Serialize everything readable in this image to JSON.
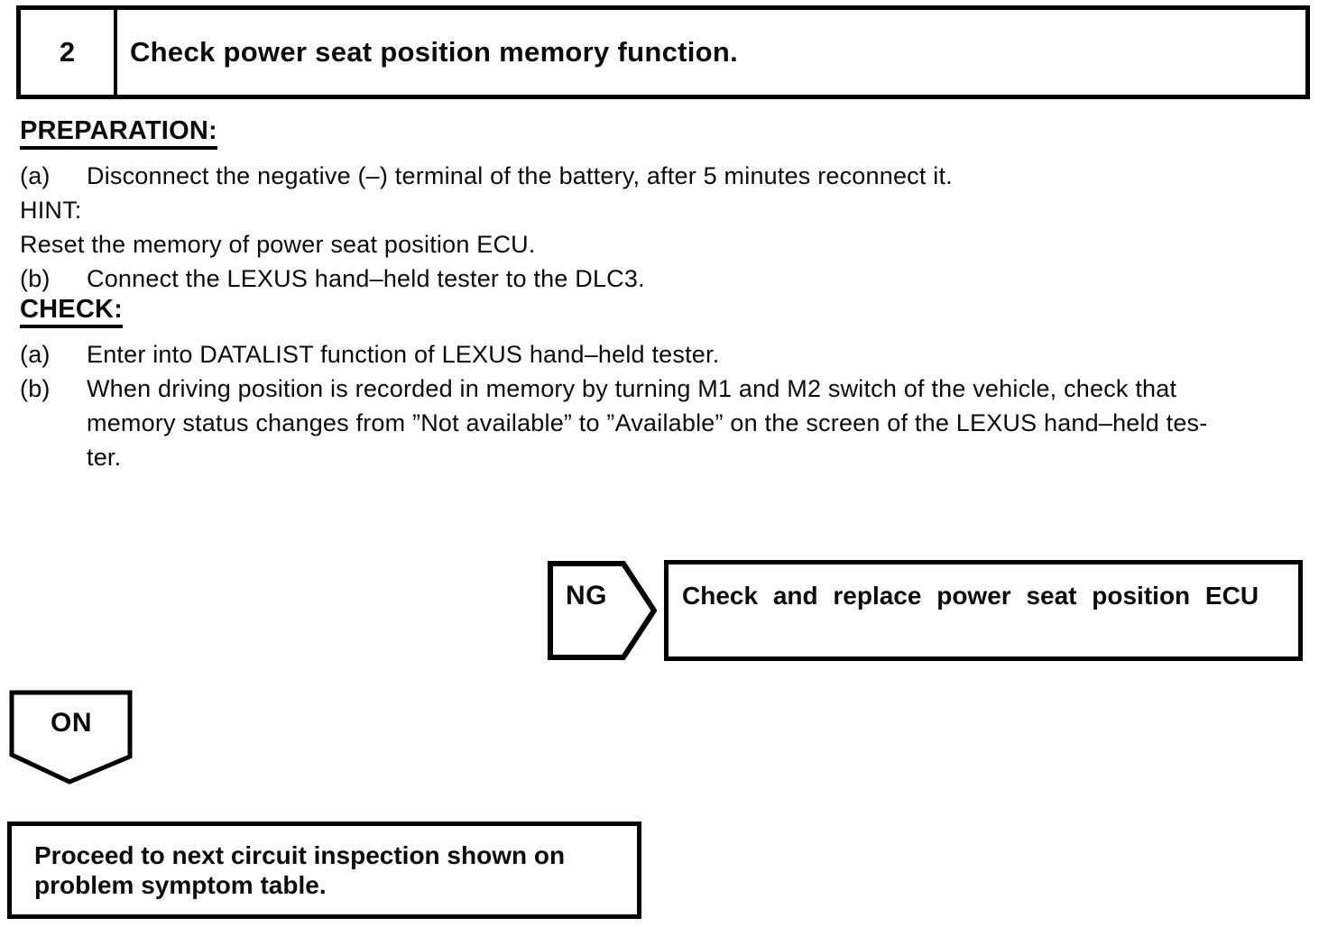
{
  "header": {
    "step_number": "2",
    "title": "Check power seat position memory function."
  },
  "preparation": {
    "heading": "PREPARATION:",
    "step_a_label": "(a)",
    "step_a_text": "Disconnect the negative (–) terminal of the battery, after 5 minutes reconnect it.",
    "hint_heading": "HINT:",
    "hint_text": "Reset the memory of power seat position ECU.",
    "step_b_label": "(b)",
    "step_b_text": "Connect the LEXUS hand–held tester to the DLC3."
  },
  "check": {
    "heading": "CHECK:",
    "step_a_label": "(a)",
    "step_a_text": "Enter into DATALIST function of LEXUS hand–held tester.",
    "step_b_label": "(b)",
    "step_b_line1": "When driving position is recorded in memory by turning M1 and M2 switch of the vehicle, check that",
    "step_b_line2": "memory status changes from ”Not available” to ”Available” on the screen of the LEXUS hand–held tes-",
    "step_b_line3": "ter."
  },
  "flowchart": {
    "ng_label": "NG",
    "ng_action": "Check and replace power seat position ECU",
    "on_label": "ON",
    "on_action_line1": "Proceed to next circuit inspection shown on",
    "on_action_line2": "problem symptom table."
  }
}
